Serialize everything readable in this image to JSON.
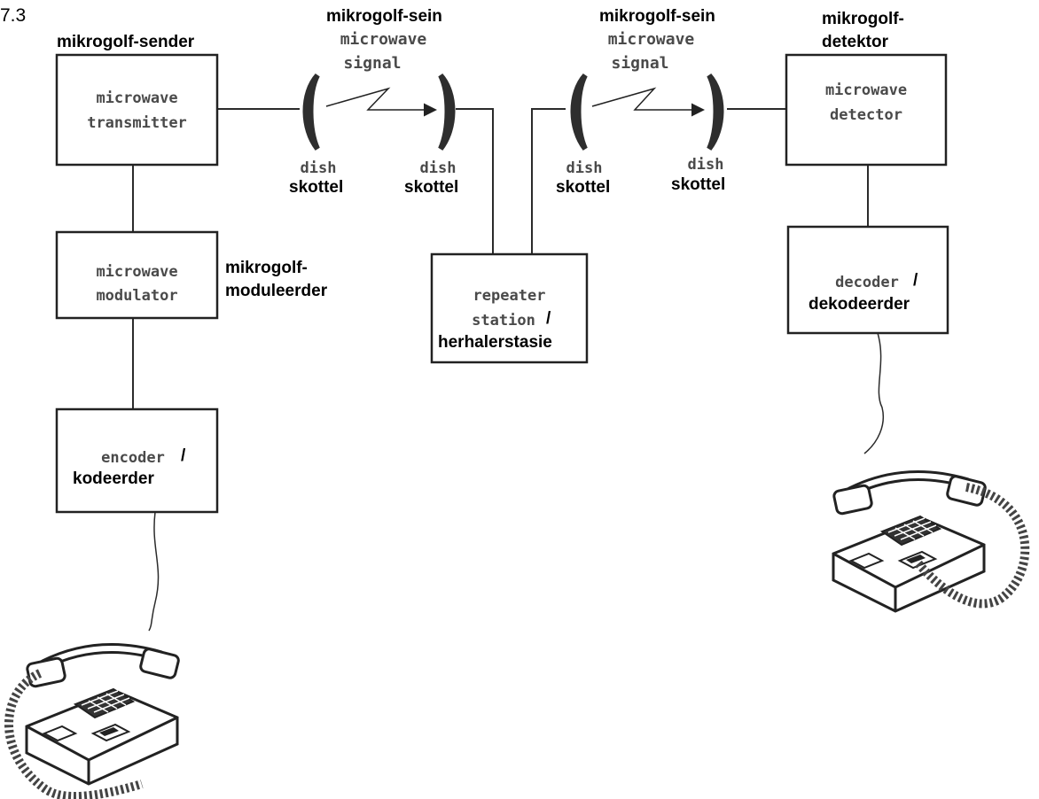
{
  "figure_number": "7.3",
  "blocks": {
    "transmitter": {
      "english": "microwave\ntransmitter",
      "english_line1": "microwave",
      "english_line2": "transmitter",
      "afrikaans": "mikrogolf-sender"
    },
    "modulator": {
      "english_line1": "microwave",
      "english_line2": "modulator",
      "afrikaans_line1": "mikrogolf-",
      "afrikaans_line2": "moduleerder"
    },
    "encoder": {
      "english": "encoder",
      "slash": "/",
      "afrikaans": "kodeerder"
    },
    "repeater": {
      "english_line1": "repeater",
      "english_line2": "station",
      "slash": "/",
      "afrikaans": "herhalerstasie"
    },
    "detector": {
      "english_line1": "microwave",
      "english_line2": "detector",
      "afrikaans_line1": "mikrogolf-",
      "afrikaans_line2": "detektor"
    },
    "decoder": {
      "english": "decoder",
      "slash": "/",
      "afrikaans": "dekodeerder"
    }
  },
  "signal_labels": [
    {
      "afrikaans": "mikrogolf-sein",
      "english_line1": "microwave",
      "english_line2": "signal"
    },
    {
      "afrikaans": "mikrogolf-sein",
      "english_line1": "microwave",
      "english_line2": "signal"
    }
  ],
  "dish_labels": [
    {
      "english": "dish",
      "afrikaans": "skottel"
    },
    {
      "english": "dish",
      "afrikaans": "skottel"
    },
    {
      "english": "dish",
      "afrikaans": "skottel"
    },
    {
      "english": "dish",
      "afrikaans": "skottel"
    }
  ],
  "icons": [
    "telephone-icon",
    "dish-antenna-icon",
    "signal-bolt-icon"
  ],
  "colors": {
    "line": "#2b2b2b",
    "block_text": "#4a4a4a",
    "label_text": "#000000"
  }
}
